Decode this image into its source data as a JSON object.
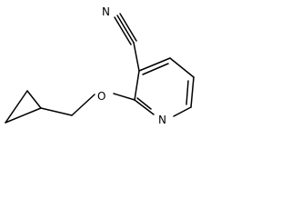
{
  "molecule": {
    "atoms": {
      "nitrile_n": "N",
      "ether_o": "O",
      "ring_n": "N"
    }
  }
}
